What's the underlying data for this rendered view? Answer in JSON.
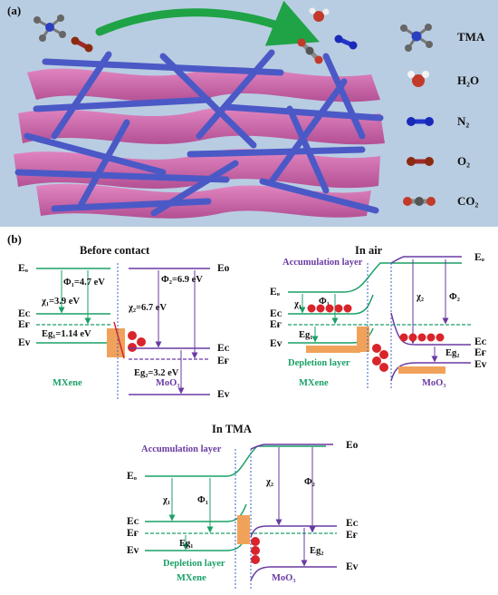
{
  "panel_a": {
    "label": "(a)",
    "legend": [
      {
        "name": "TMA",
        "icon": "tma-molecule"
      },
      {
        "name": "H₂O",
        "icon": "water-molecule"
      },
      {
        "name": "N₂",
        "icon": "nitrogen-molecule"
      },
      {
        "name": "O₂",
        "icon": "oxygen-molecule"
      },
      {
        "name": "CO₂",
        "icon": "carbon-dioxide-molecule"
      }
    ]
  },
  "panel_b": {
    "label": "(b)",
    "before": {
      "title": "Before contact",
      "eo_left": "Eₒ",
      "eo_right": "Eo",
      "ec_left": "Eᴄ",
      "ef_left": "Eғ",
      "ev_left": "Eᴠ",
      "phi1": "Φ₁=4.7 eV",
      "chi1": "χ₁=3.9 eV",
      "eg1": "Eg₁=1.14 eV",
      "phi2": "Φ₂=6.9 eV",
      "chi2": "χ₂=6.7 eV",
      "eg2": "Eg₂=3.2 eV",
      "ec_right": "Eᴄ",
      "ef_right": "Eғ",
      "ev_right": "Eᴠ",
      "mxene": "MXene",
      "moo3": "MoO₃"
    },
    "air": {
      "title": "In air",
      "accumulation": "Accumulation layer",
      "depletion": "Depletion layer",
      "chi1": "χ₁",
      "phi1": "Φ₁",
      "eg1": "Eg₁",
      "chi2": "χ₂",
      "phi2": "Φ₂",
      "eg2": "Eg₂",
      "eo_left": "Eₒ",
      "eo_right": "Eₒ",
      "ec_left": "Eᴄ",
      "ef_left": "Eғ",
      "ev_left": "Eᴠ",
      "ec_right": "Eᴄ",
      "ef_right": "Eғ",
      "ev_right": "Eᴠ",
      "mxene": "MXene",
      "moo3": "MoO₃"
    },
    "tma": {
      "title": "In TMA",
      "accumulation": "Accumulation layer",
      "depletion": "Depletion layer",
      "chi1": "χ₁",
      "phi1": "Φ₁",
      "eg1": "Eg₁",
      "chi2": "χ₂",
      "phi2": "Φ₂",
      "eg2": "Eg₂",
      "eo_left": "Eₒ",
      "eo_right": "Eo",
      "ec_left": "Eᴄ",
      "ef_left": "Eғ",
      "ev_left": "Eᴠ",
      "ec_right": "Eᴄ",
      "ef_right": "Eғ",
      "ev_right": "Eᴠ",
      "mxene": "MXene",
      "moo3": "MoO₃"
    }
  },
  "colors": {
    "mxene": "#1aa067",
    "moo3": "#6a3aa2",
    "electron": "#d8242a",
    "hole": "#f1a25a",
    "sheet": "#d65aa8",
    "fiber": "#4b59c6",
    "arrow": "#1fa346"
  }
}
